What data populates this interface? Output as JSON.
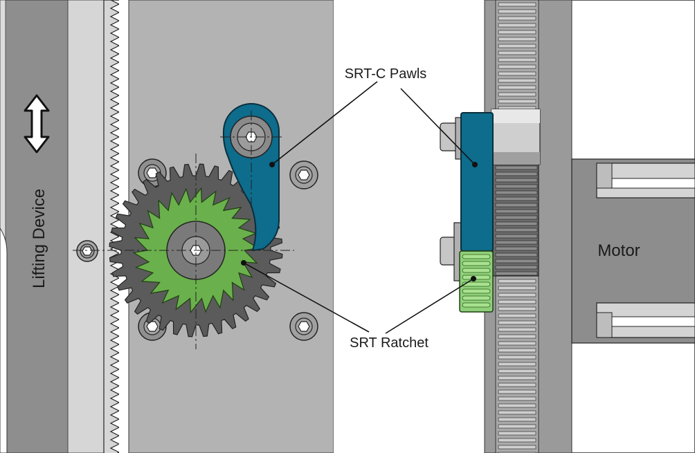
{
  "labels": {
    "lifting_device": "Lifting Device",
    "srt_c_pawls": "SRT-C Pawls",
    "srt_ratchet": "SRT Ratchet",
    "motor": "Motor"
  },
  "colors": {
    "background": "#ffffff",
    "frame_dark": "#8e8e8e",
    "plate": "#b3b3b3",
    "rack_light": "#d8d8d8",
    "gear_dark": "#5b5b5b",
    "ratchet_green": "#6ab04c",
    "pawl_blue": "#0e6c8c",
    "pinion_green": "#8fd07a",
    "motor_gray": "#8d8d8d",
    "leader_line": "#111111"
  },
  "icons": {
    "direction": "double-arrow-vertical-icon",
    "fastener": "hex-socket-bolt-icon"
  }
}
